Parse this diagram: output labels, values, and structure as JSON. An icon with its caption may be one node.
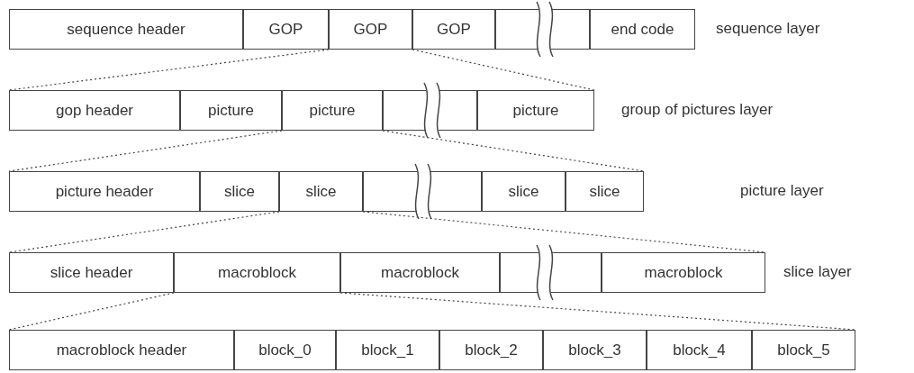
{
  "diagram": {
    "nodes": [
      {
        "text": [
          "sequence header"
        ]
      },
      {
        "text": [
          "GOP"
        ]
      },
      {
        "text": [
          "GOP"
        ]
      },
      {
        "text": [
          "GOP"
        ]
      },
      {
        "text": [],
        "shape": "box"
      },
      {
        "text": [],
        "shape": "box"
      },
      {
        "text": [
          "end code"
        ]
      },
      {
        "text": [
          "gop header"
        ]
      },
      {
        "text": [
          "picture"
        ]
      },
      {
        "text": [
          "picture"
        ]
      },
      {
        "text": [],
        "shape": "box"
      },
      {
        "text": [],
        "shape": "box"
      },
      {
        "text": [
          "picture"
        ]
      },
      {
        "text": [
          "picture header"
        ]
      },
      {
        "text": [
          "slice"
        ]
      },
      {
        "text": [
          "slice"
        ]
      },
      {
        "text": [],
        "shape": "box"
      },
      {
        "text": [],
        "shape": "box"
      },
      {
        "text": [
          "slice"
        ]
      },
      {
        "text": [
          "slice"
        ]
      },
      {
        "text": [
          "slice header"
        ]
      },
      {
        "text": [
          "macroblock"
        ]
      },
      {
        "text": [
          "macroblock"
        ]
      },
      {
        "text": [],
        "shape": "box"
      },
      {
        "text": [],
        "shape": "box"
      },
      {
        "text": [
          "macroblock"
        ]
      },
      {
        "text": [
          "macroblock header"
        ]
      },
      {
        "text": [
          "block_0"
        ]
      },
      {
        "text": [
          "block_1"
        ]
      },
      {
        "text": [
          "block_2"
        ]
      },
      {
        "text": [
          "block_3"
        ]
      },
      {
        "text": [
          "block_4"
        ]
      },
      {
        "text": [
          "block_5"
        ]
      }
    ],
    "edges": [
      {
        "from": 2,
        "to": 7,
        "arrow": "none",
        "style": "dashed"
      },
      {
        "from": 2,
        "to": 12,
        "arrow": "none",
        "style": "dashed"
      },
      {
        "from": 9,
        "to": 13,
        "arrow": "none",
        "style": "dashed"
      },
      {
        "from": 9,
        "to": 19,
        "arrow": "none",
        "style": "dashed"
      },
      {
        "from": 15,
        "to": 20,
        "arrow": "none",
        "style": "dashed"
      },
      {
        "from": 15,
        "to": 25,
        "arrow": "none",
        "style": "dashed"
      },
      {
        "from": 21,
        "to": 26,
        "arrow": "none",
        "style": "dashed"
      },
      {
        "from": 21,
        "to": 32,
        "arrow": "none",
        "style": "dashed"
      }
    ],
    "labels": [
      "sequence layer",
      "group of pictures layer",
      "picture layer",
      "slice layer"
    ]
  }
}
